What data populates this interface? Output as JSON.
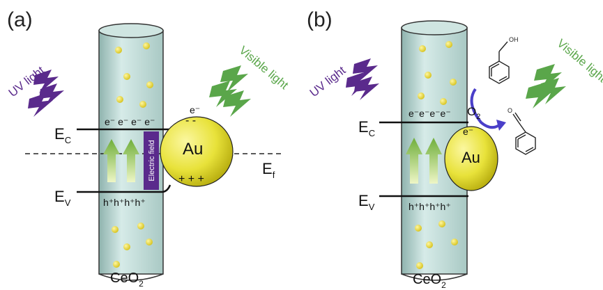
{
  "panel_a": {
    "label": "(a)",
    "uv_light": "UV light",
    "visible_light": "Visible light",
    "ec": "E",
    "ec_sub": "C",
    "ev": "E",
    "ev_sub": "V",
    "ef": "E",
    "ef_sub": "f",
    "electrons": "e⁻ e⁻ e⁻ e⁻",
    "holes": "h⁺h⁺h⁺h⁺",
    "au_electrons_label": "e⁻",
    "au_minus": "- -",
    "au_label": "Au",
    "au_plus": "+ + +",
    "electric_field": "Electric field",
    "ceo2": "CeO",
    "ceo2_sub": "2"
  },
  "panel_b": {
    "label": "(b)",
    "uv_light": "UV light",
    "visible_light": "Visible light",
    "ec": "E",
    "ec_sub": "C",
    "ev": "E",
    "ev_sub": "V",
    "electrons": "e⁻e⁻e⁻e⁻",
    "holes": "h⁺h⁺h⁺h⁺",
    "au_electron": "e⁻",
    "au_label": "Au",
    "o2": "O",
    "o2_sub": "2",
    "oh": "OH",
    "aldehyde_o": "O",
    "ceo2": "CeO",
    "ceo2_sub": "2"
  },
  "colors": {
    "rod": "#b9d6d2",
    "gold": "#e8e23a",
    "purple": "#5a2a8c",
    "green": "#5aa64a",
    "o2_arrow": "#4a3fc9"
  }
}
